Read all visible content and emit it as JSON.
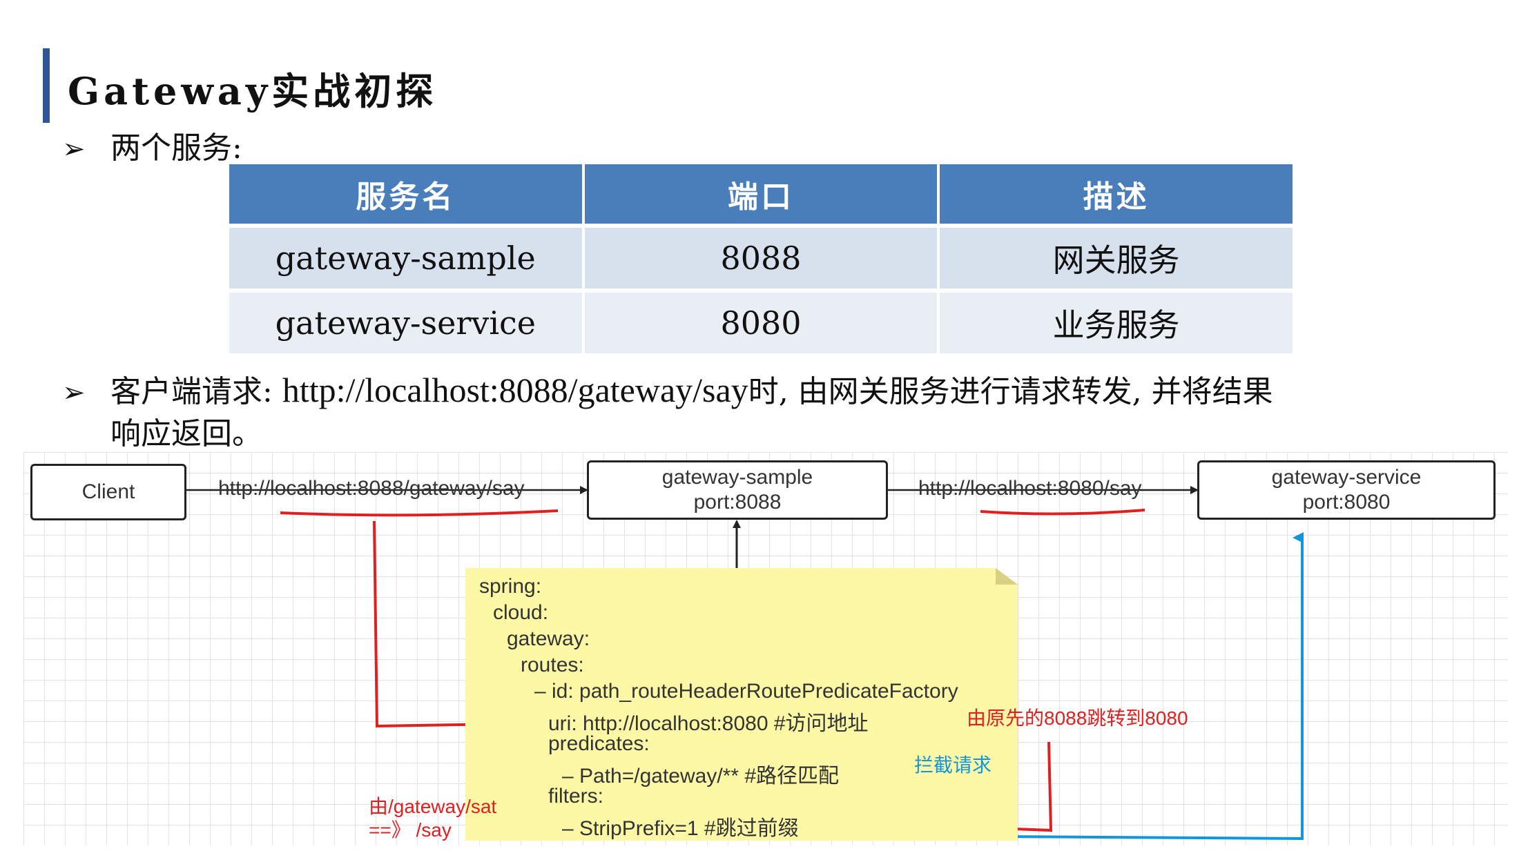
{
  "slide": {
    "title": "Gateway实战初探",
    "bullet1": "两个服务:",
    "bullet2_prefix": "客户端请求: ",
    "bullet2_url": "http://localhost:8088/gateway/say",
    "bullet2_suffix": "时, 由网关服务进行请求转发, 并将结果",
    "bullet2_cont": "响应返回。",
    "bullet_glyph": "➢"
  },
  "table": {
    "headers": [
      "服务名",
      "端口",
      "描述"
    ],
    "rows": [
      [
        "gateway-sample",
        "8088",
        "网关服务"
      ],
      [
        "gateway-service",
        "8080",
        "业务服务"
      ]
    ],
    "header_color": "#4a7ebb",
    "row_color": "#d7e1ee"
  },
  "diagram": {
    "client": "Client",
    "edge1": "http://localhost:8088/gateway/say",
    "sample_name": "gateway-sample",
    "sample_port": "port:8088",
    "edge2": "http://localhost:8080/say",
    "service_name": "gateway-service",
    "service_port": "port:8080",
    "code": [
      "spring:",
      "cloud:",
      "gateway:",
      "routes:",
      "– id: path_routeHeaderRoutePredicateFactory",
      "uri: http://localhost:8080 #访问地址",
      "predicates:",
      "– Path=/gateway/** #路径匹配",
      "filters:",
      "– StripPrefix=1 #跳过前缀"
    ],
    "annotations": {
      "redirect": "由原先的8088跳转到8080",
      "intercept": "拦截请求",
      "strip_line1": "由/gateway/sat",
      "strip_line2": "==》 /say"
    },
    "note_color": "#fcf8a6",
    "red_color": "#e02020",
    "blue_color": "#1296db"
  }
}
